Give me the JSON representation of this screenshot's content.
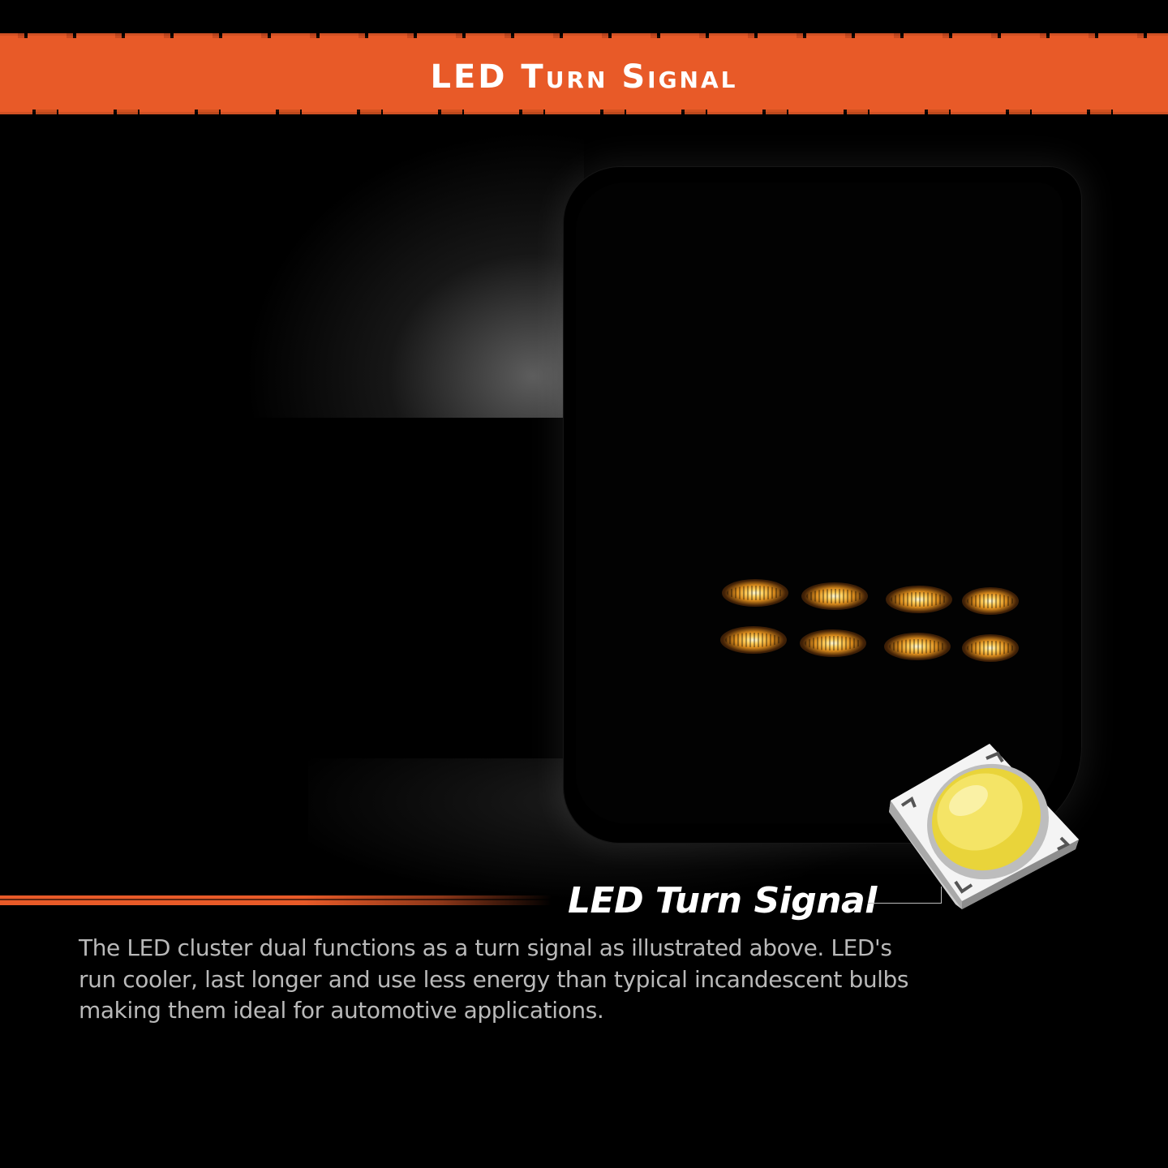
{
  "banner": {
    "title": "LED Turn Signal"
  },
  "callout": {
    "label": "LED Turn Signal"
  },
  "description": {
    "line1": "The LED cluster dual functions as a turn signal as illustrated above. LED's",
    "line2": "run cooler, last longer and use less energy than typical incandescent bulbs",
    "line3": "making them ideal for automotive applications."
  },
  "colors": {
    "accent": "#e85a28",
    "background": "#000000",
    "led_amber": "#ffb53a",
    "chip_yellow": "#f2e04a",
    "body_text": "#b9b9b9"
  },
  "icons": [
    "led-chip-icon"
  ]
}
